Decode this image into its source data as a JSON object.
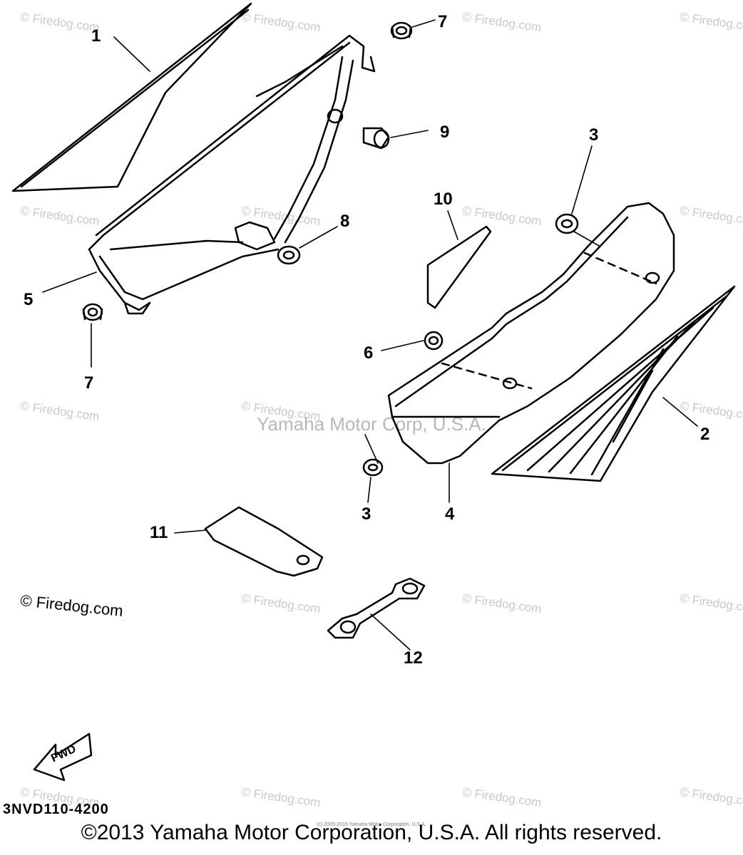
{
  "part_labels": [
    "1",
    "2",
    "3",
    "3",
    "4",
    "5",
    "6",
    "7",
    "7",
    "8",
    "9",
    "10",
    "11",
    "12"
  ],
  "direction_arrow": "FWD",
  "part_code": "3NVD110-4200",
  "center_caption": "Yamaha Motor Corp, U.S.A.",
  "small_copyright": "(c) 2005-2015 Yamaha Motor Corporation, U.S.A.",
  "copyright": "©2013 Yamaha Motor Corporation, U.S.A. All rights reserved.",
  "watermark_text": "© Firedog.com",
  "firedog_mark": "© Firedog.com",
  "colors": {
    "line": "#000000",
    "watermark": "#c9c9c9",
    "caption": "#b8b8b8"
  }
}
